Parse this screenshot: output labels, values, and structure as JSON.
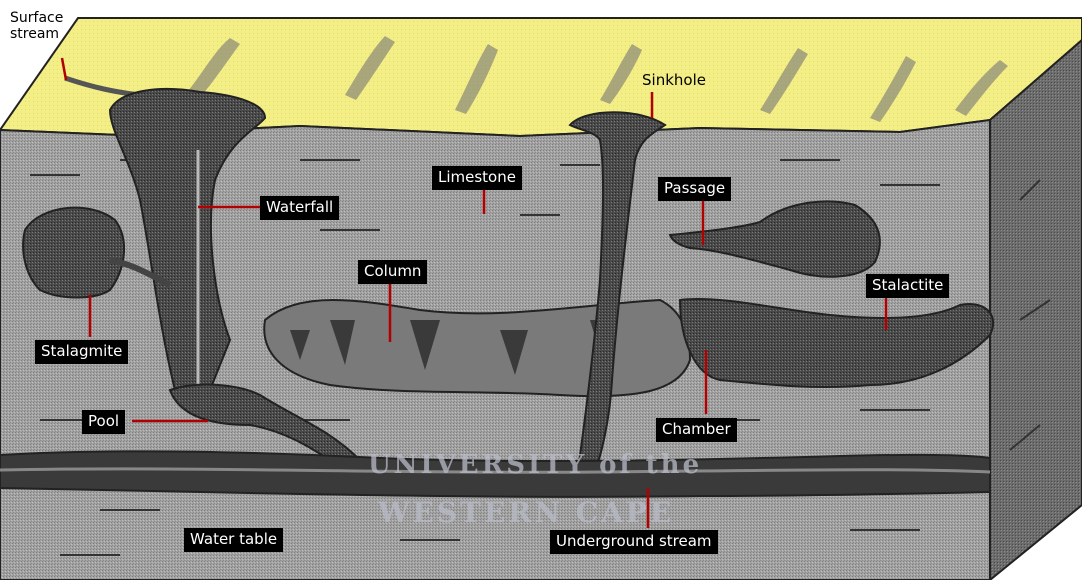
{
  "labels": {
    "surface_stream": "Surface\nstream",
    "sinkhole": "Sinkhole",
    "limestone": "Limestone",
    "waterfall": "Waterfall",
    "passage": "Passage",
    "column": "Column",
    "stalactite": "Stalactite",
    "stalagmite": "Stalagmite",
    "pool": "Pool",
    "chamber": "Chamber",
    "water_table": "Water table",
    "underground_stream": "Underground stream"
  },
  "watermark": {
    "line1": "UNIVERSITY of the",
    "line2": "WESTERN CAPE"
  },
  "colors": {
    "surface": "#f4ee86",
    "limestone_front": "#9b9b9b",
    "limestone_side": "#6e6e6e",
    "cave_dark": "#3d3d3d",
    "leader": "#b00000",
    "label_bg": "#000000"
  }
}
